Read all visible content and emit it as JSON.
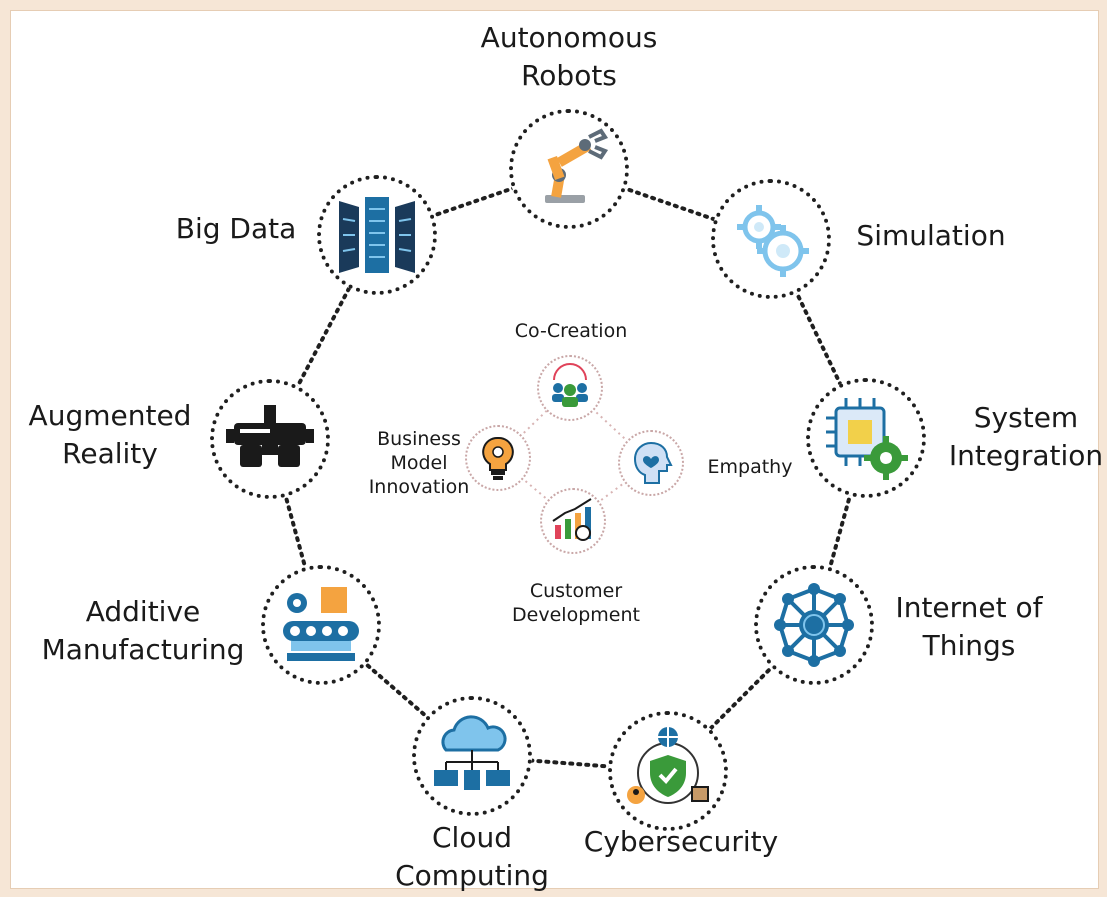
{
  "diagram": {
    "outer_nodes": [
      {
        "id": "autonomous-robots",
        "label": "Autonomous\nRobots",
        "icon": "robot-arm-icon"
      },
      {
        "id": "simulation",
        "label": "Simulation",
        "icon": "gears-icon"
      },
      {
        "id": "system-integration",
        "label": "System\nIntegration",
        "icon": "chip-gear-icon"
      },
      {
        "id": "internet-of-things",
        "label": "Internet of\nThings",
        "icon": "network-globe-icon"
      },
      {
        "id": "cybersecurity",
        "label": "Cybersecurity",
        "icon": "shield-globe-icon"
      },
      {
        "id": "cloud-computing",
        "label": "Cloud\nComputing",
        "icon": "cloud-devices-icon"
      },
      {
        "id": "additive-manufacturing",
        "label": "Additive\nManufacturing",
        "icon": "conveyor-icon"
      },
      {
        "id": "augmented-reality",
        "label": "Augmented\nReality",
        "icon": "vr-headset-icon"
      },
      {
        "id": "big-data",
        "label": "Big Data",
        "icon": "server-racks-icon"
      }
    ],
    "inner_nodes": [
      {
        "id": "co-creation",
        "label": "Co-Creation",
        "icon": "team-icon"
      },
      {
        "id": "empathy",
        "label": "Empathy",
        "icon": "head-heart-icon"
      },
      {
        "id": "customer-development",
        "label": "Customer\nDevelopment",
        "icon": "growth-chart-icon"
      },
      {
        "id": "business-model-innovation",
        "label": "Business\nModel\nInnovation",
        "icon": "lightbulb-icon"
      }
    ],
    "colors": {
      "outer_ring": "#1f1f1f",
      "inner_ring": "#d8b4b4",
      "blue": "#1d6fa3",
      "light_blue": "#7fc4ec",
      "green": "#3a9a3a",
      "orange": "#f4a340",
      "dark": "#1a1a1a"
    }
  }
}
